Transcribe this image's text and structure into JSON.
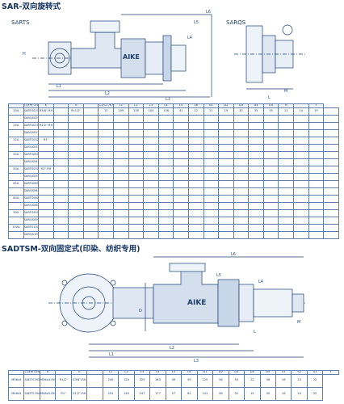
{
  "titles": {
    "sar": "SAR-双向旋转式",
    "sadtsm": "SADTSM-双向固定式(印染、纺织专用)"
  },
  "labels": {
    "sarts": "SARTS",
    "sarqs": "SARQS"
  },
  "brand": "AIKE",
  "dim_labels": {
    "top": [
      "L6",
      "L5",
      "L4",
      "L3",
      "L2",
      "L1",
      "H",
      "M",
      "L"
    ],
    "bottom": [
      "L6",
      "L5",
      "L4",
      "L3",
      "L2",
      "L1",
      "D",
      "M",
      "L"
    ]
  },
  "table1": {
    "headers": [
      "",
      "订货号 Order-No.",
      "K",
      "",
      "G",
      "",
      "C1/C2 /K7",
      "L1",
      "L2",
      "L3",
      "L4",
      "L5",
      "L6",
      "D1",
      "D2",
      "D3",
      "D4",
      "D5",
      "H",
      "",
      "Y"
    ],
    "rows": [
      [
        "20A",
        "SARTS020A-008A.01",
        "R3/8\"-RH",
        "",
        "Rc1/2\"",
        "",
        "12",
        "209",
        "116",
        "104",
        "136",
        "41",
        "12",
        "21",
        "19",
        "32",
        "35",
        "55",
        "12",
        "14",
        "19",
        ""
      ],
      [
        "",
        "SARQS020A-008A.01",
        "",
        "",
        "",
        "",
        "",
        "",
        "",
        "",
        "",
        "",
        "",
        "",
        "",
        "",
        "",
        "",
        "",
        "",
        "",
        ""
      ],
      [
        "25A",
        "SARTS025A-010A.01",
        "R1/2\"-RH",
        "",
        "",
        "",
        "",
        "",
        "",
        "",
        "",
        "",
        "",
        "",
        "",
        "",
        "",
        "",
        "",
        "",
        "",
        ""
      ],
      [
        "",
        "SARQS025A-010A.01",
        "",
        "",
        "",
        "",
        "",
        "",
        "",
        "",
        "",
        "",
        "",
        "",
        "",
        "",
        "",
        "",
        "",
        "",
        "",
        ""
      ],
      [
        "32A",
        "SARTS032A-015A.01",
        "R1\"",
        "",
        "",
        "",
        "",
        "",
        "",
        "",
        "",
        "",
        "",
        "",
        "",
        "",
        "",
        "",
        "",
        "",
        "",
        ""
      ],
      [
        "",
        "SARQS032A-015A.01",
        "",
        "",
        "",
        "",
        "",
        "",
        "",
        "",
        "",
        "",
        "",
        "",
        "",
        "",
        "",
        "",
        "",
        "",
        "",
        ""
      ],
      [
        "40A",
        "SARTS040A-020A.01",
        "",
        "",
        "",
        "",
        "",
        "",
        "",
        "",
        "",
        "",
        "",
        "",
        "",
        "",
        "",
        "",
        "",
        "",
        "",
        ""
      ],
      [
        "",
        "SARQS040A-020A.01",
        "",
        "",
        "",
        "",
        "",
        "",
        "",
        "",
        "",
        "",
        "",
        "",
        "",
        "",
        "",
        "",
        "",
        "",
        "",
        ""
      ],
      [
        "50A",
        "SARTS050A-025A.01",
        "R2\"-RH",
        "",
        "",
        "",
        "",
        "",
        "",
        "",
        "",
        "",
        "",
        "",
        "",
        "",
        "",
        "",
        "",
        "",
        "",
        ""
      ],
      [
        "",
        "SARQS050A-025A.01",
        "",
        "",
        "",
        "",
        "",
        "",
        "",
        "",
        "",
        "",
        "",
        "",
        "",
        "",
        "",
        "",
        "",
        "",
        "",
        ""
      ],
      [
        "65A",
        "SARTS065A-032A.01",
        "",
        "",
        "",
        "",
        "",
        "",
        "",
        "",
        "",
        "",
        "",
        "",
        "",
        "",
        "",
        "",
        "",
        "",
        "",
        ""
      ],
      [
        "",
        "SARQS065A-032A.01",
        "",
        "",
        "",
        "",
        "",
        "",
        "",
        "",
        "",
        "",
        "",
        "",
        "",
        "",
        "",
        "",
        "",
        "",
        "",
        ""
      ],
      [
        "80A",
        "SARTS080A-040A.01",
        "",
        "",
        "",
        "",
        "",
        "",
        "",
        "",
        "",
        "",
        "",
        "",
        "",
        "",
        "",
        "",
        "",
        "",
        "",
        ""
      ],
      [
        "",
        "SARQS080A-040A.01",
        "",
        "",
        "",
        "",
        "",
        "",
        "",
        "",
        "",
        "",
        "",
        "",
        "",
        "",
        "",
        "",
        "",
        "",
        "",
        ""
      ],
      [
        "90A",
        "SARTS090A-050A.01",
        "",
        "",
        "",
        "",
        "",
        "",
        "",
        "",
        "",
        "",
        "",
        "",
        "",
        "",
        "",
        "",
        "",
        "",
        "",
        ""
      ],
      [
        "",
        "SARQS090A-050A.01",
        "",
        "",
        "",
        "",
        "",
        "",
        "",
        "",
        "",
        "",
        "",
        "",
        "",
        "",
        "",
        "",
        "",
        "",
        "",
        ""
      ],
      [
        "100A",
        "SARTS100A-065A.01",
        "",
        "",
        "",
        "",
        "",
        "",
        "",
        "",
        "",
        "",
        "",
        "",
        "",
        "",
        "",
        "",
        "",
        "",
        "",
        ""
      ],
      [
        "",
        "SARQS100A-065A.01",
        "",
        "",
        "",
        "",
        "",
        "",
        "",
        "",
        "",
        "",
        "",
        "",
        "",
        "",
        "",
        "",
        "",
        "",
        "",
        ""
      ]
    ]
  },
  "table2": {
    "headers": [
      "",
      "订货号 Order-No.",
      "K",
      "",
      "G",
      "",
      "L1",
      "L2",
      "L3",
      "L4",
      "L5",
      "L6",
      "D1",
      "D2",
      "D3",
      "D4",
      "D5",
      "S1",
      "S2",
      "S3",
      "Y"
    ],
    "rows": [
      [
        "M36x4",
        "SADTS M36x4-010A.05",
        "M36x4-RH",
        "R1/2\"",
        "G3/8\"-RH",
        "",
        "240",
        "124",
        "225",
        "163",
        "49",
        "59",
        "120",
        "36",
        "55",
        "22",
        "36",
        "16",
        "24",
        "22"
      ],
      [
        "M48x5",
        "SADTS M48x5-015A.05",
        "M48x5-RH",
        "R1\"",
        "G1/2\"-RH",
        "",
        "291",
        "149",
        "247",
        "177",
        "57",
        "62",
        "141",
        "38",
        "32",
        "19",
        "30",
        "16",
        "24",
        "22"
      ]
    ]
  }
}
